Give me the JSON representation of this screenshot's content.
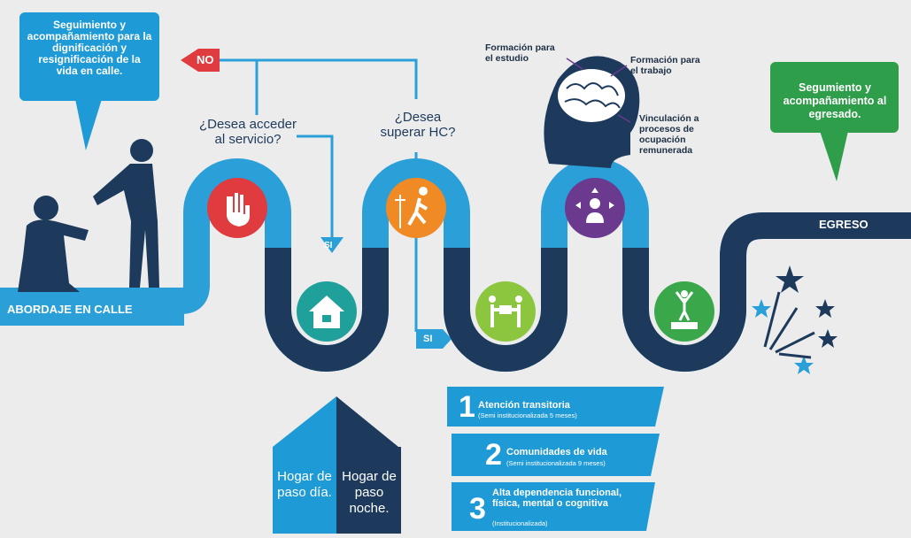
{
  "callouts": {
    "left": "Seguimiento y acompañamiento para la dignificación y resignificación de la vida en calle.",
    "right": "Segumiento y acompañamiento al egresado."
  },
  "decision": {
    "no_label": "NO",
    "q1": "¿Desea acceder al servicio?",
    "q2": "¿Desea superar HC?",
    "yes1": "SI",
    "yes2": "SI"
  },
  "road": {
    "start_label": "ABORDAJE EN CALLE",
    "end_label": "EGRESO"
  },
  "brain": {
    "item1": "Formación para el estudio",
    "item2": "Formación para el trabajo",
    "item3": "Vinculación a procesos de ocupación remunerada"
  },
  "phases": [
    {
      "number": "1",
      "title": "Atención transitoria",
      "subtitle": "(Semi institucionalizada 5 meses)"
    },
    {
      "number": "2",
      "title": "Comunidades de vida",
      "subtitle": "(Semi institucionalizada 9 meses)"
    },
    {
      "number": "3",
      "title": "Alta dependencia funcional, física, mental o cognitiva",
      "subtitle": "(Institucionalizada)"
    }
  ],
  "hogar": {
    "day": "Hogar de paso día.",
    "night": "Hogar de paso noche."
  },
  "icons": [
    "help-hand-icon",
    "home-icon",
    "crossing-person-icon",
    "handshake-icon",
    "person-options-icon",
    "podium-winner-icon",
    "brain-icon",
    "stars-icon"
  ],
  "colors": {
    "dark_navy": "#1d3a5c",
    "light_blue": "#2a9fd8",
    "red": "#e03b3f",
    "teal": "#1fa09a",
    "orange": "#f08a24",
    "lime": "#8cc63f",
    "purple": "#6b3a8f",
    "green": "#3aa84a",
    "callout_blue": "#1e9ad6",
    "callout_green": "#2e9e4a"
  }
}
